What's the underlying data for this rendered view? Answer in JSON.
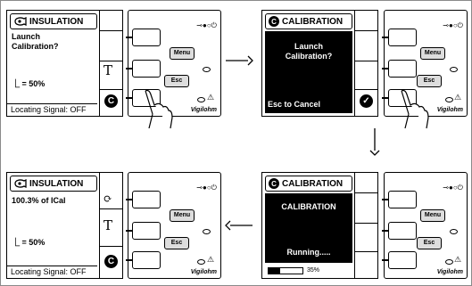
{
  "panel1": {
    "title": "INSULATION",
    "question": "Launch\nCalibration?",
    "pct_line": "= 50%",
    "footer": "Locating Signal: OFF",
    "side_glyph_t": "T",
    "side_glyph_c": "C",
    "device": {
      "menu": "Menu",
      "esc": "Esc",
      "brand": "Vigilohm"
    }
  },
  "panel2": {
    "title": "CALIBRATION",
    "question": "Launch\nCalibration?",
    "esc_text": "Esc to Cancel",
    "device": {
      "menu": "Menu",
      "esc": "Esc",
      "brand": "Vigilohm"
    }
  },
  "panel3": {
    "title": "INSULATION",
    "reading": "100.3% of ICal",
    "pct_line": "= 50%",
    "footer": "Locating Signal: OFF",
    "side_glyph_t": "T",
    "side_glyph_c": "C",
    "device": {
      "menu": "Menu",
      "esc": "Esc",
      "brand": "Vigilohm"
    }
  },
  "panel4": {
    "title": "CALIBRATION",
    "heading": "CALIBRATION",
    "status": "Running.....",
    "progress_label": "35%",
    "progress": 0.35,
    "device": {
      "menu": "Menu",
      "esc": "Esc",
      "brand": "Vigilohm"
    }
  }
}
